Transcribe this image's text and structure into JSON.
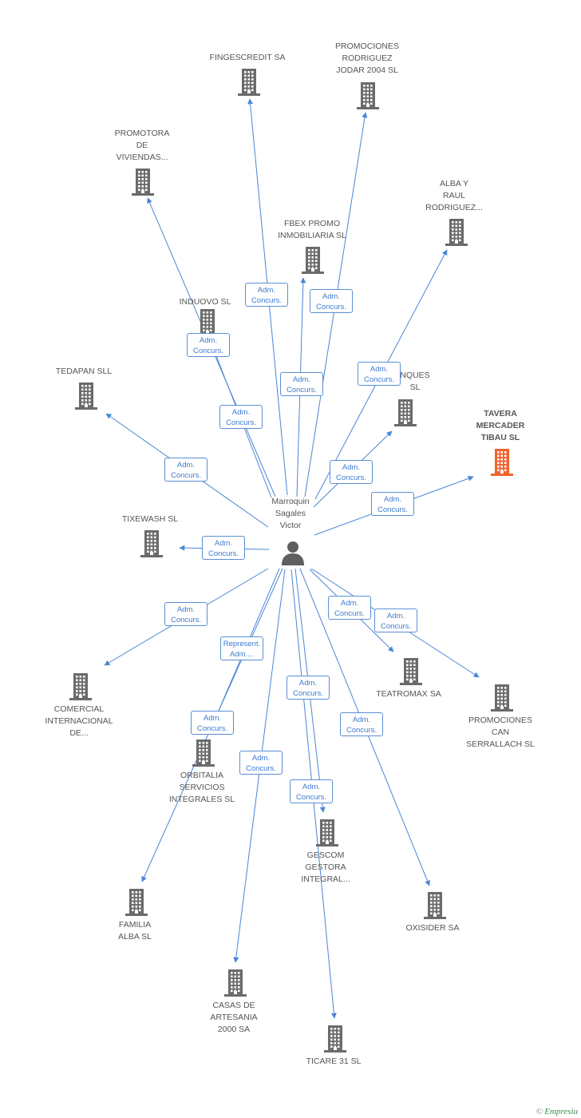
{
  "center": {
    "name_lines": [
      "Marroquin",
      "Sagales",
      "Victor"
    ]
  },
  "nodes": [
    {
      "id": "fingescredit",
      "lines": [
        "FINGESCREDIT SA"
      ],
      "highlight": false
    },
    {
      "id": "promociones-rodriguez",
      "lines": [
        "PROMOCIONES",
        "RODRIGUEZ",
        "JODAR 2004 SL"
      ],
      "highlight": false
    },
    {
      "id": "promotora-viviendas",
      "lines": [
        "PROMOTORA",
        "DE",
        "VIVIENDAS..."
      ],
      "highlight": false
    },
    {
      "id": "alba-raul",
      "lines": [
        "ALBA Y",
        "RAUL",
        "RODRIGUEZ..."
      ],
      "highlight": false
    },
    {
      "id": "fbex-promo",
      "lines": [
        "FBEX PROMO",
        "INMOBILIARIA SL"
      ],
      "highlight": false
    },
    {
      "id": "induovo",
      "lines": [
        "INDUOVO SL"
      ],
      "highlight": false
    },
    {
      "id": "tedapan",
      "lines": [
        "TEDAPAN  SLL"
      ],
      "highlight": false
    },
    {
      "id": "nques",
      "lines": [
        "NQUES",
        "SL"
      ],
      "highlight": false
    },
    {
      "id": "tavera",
      "lines": [
        "TAVERA",
        "MERCADER",
        "TIBAU SL"
      ],
      "highlight": true
    },
    {
      "id": "tixewash",
      "lines": [
        "TIXEWASH SL"
      ],
      "highlight": false
    },
    {
      "id": "comercial-internacional",
      "lines": [
        "COMERCIAL",
        "INTERNACIONAL",
        "DE..."
      ],
      "highlight": false
    },
    {
      "id": "teatromax",
      "lines": [
        "TEATROMAX SA"
      ],
      "highlight": false
    },
    {
      "id": "promociones-can",
      "lines": [
        "PROMOCIONES",
        "CAN",
        "SERRALLACH SL"
      ],
      "highlight": false
    },
    {
      "id": "orbitalia",
      "lines": [
        "ORBITALIA",
        "SERVICIOS",
        "INTEGRALES SL"
      ],
      "highlight": false
    },
    {
      "id": "gescom",
      "lines": [
        "GESCOM",
        "GESTORA",
        "INTEGRAL..."
      ],
      "highlight": false
    },
    {
      "id": "familia-alba",
      "lines": [
        "FAMILIA",
        "ALBA SL"
      ],
      "highlight": false
    },
    {
      "id": "oxisider",
      "lines": [
        "OXISIDER SA"
      ],
      "highlight": false
    },
    {
      "id": "casas-artesania",
      "lines": [
        "CASAS DE",
        "ARTESANIA",
        "2000 SA"
      ],
      "highlight": false
    },
    {
      "id": "ticare",
      "lines": [
        "TICARE 31 SL"
      ],
      "highlight": false
    }
  ],
  "roles": [
    {
      "id": "r-fingescredit",
      "lines": [
        "Adm.",
        "Concurs."
      ]
    },
    {
      "id": "r-fbex",
      "lines": [
        "Adm.",
        "Concurs."
      ]
    },
    {
      "id": "r-induovo",
      "lines": [
        "Adm.",
        "Concurs."
      ]
    },
    {
      "id": "r-alba-raul",
      "lines": [
        "Adm.",
        "Concurs."
      ]
    },
    {
      "id": "r-promotora",
      "lines": [
        "Adm.",
        "Concurs."
      ]
    },
    {
      "id": "r-promociones-rodriguez",
      "lines": [
        "Adm.",
        "Concurs."
      ]
    },
    {
      "id": "r-tedapan",
      "lines": [
        "Adm.",
        "Concurs."
      ]
    },
    {
      "id": "r-nques",
      "lines": [
        "Adm.",
        "Concurs."
      ]
    },
    {
      "id": "r-tavera",
      "lines": [
        "Adm.",
        "Concurs."
      ]
    },
    {
      "id": "r-tixewash",
      "lines": [
        "Adm.",
        "Concurs."
      ]
    },
    {
      "id": "r-comercial",
      "lines": [
        "Adm.",
        "Concurs."
      ]
    },
    {
      "id": "r-teatromax",
      "lines": [
        "Adm.",
        "Concurs."
      ]
    },
    {
      "id": "r-promociones-can",
      "lines": [
        "Adm.",
        "Concurs."
      ]
    },
    {
      "id": "r-familia",
      "lines": [
        "Represent.",
        "Adm...."
      ]
    },
    {
      "id": "r-gescom",
      "lines": [
        "Adm.",
        "Concurs."
      ]
    },
    {
      "id": "r-orbitalia",
      "lines": [
        "Adm.",
        "Concurs."
      ]
    },
    {
      "id": "r-oxisider",
      "lines": [
        "Adm.",
        "Concurs."
      ]
    },
    {
      "id": "r-casas",
      "lines": [
        "Adm.",
        "Concurs."
      ]
    },
    {
      "id": "r-ticare",
      "lines": [
        "Adm.",
        "Concurs."
      ]
    }
  ],
  "colors": {
    "edge": "#4a86d6",
    "building": "#6b6b6b",
    "highlight_building": "#f0622f",
    "tag_text": "#3d7bd0"
  },
  "footer": {
    "copyright": "©",
    "brand": "Empresia"
  }
}
